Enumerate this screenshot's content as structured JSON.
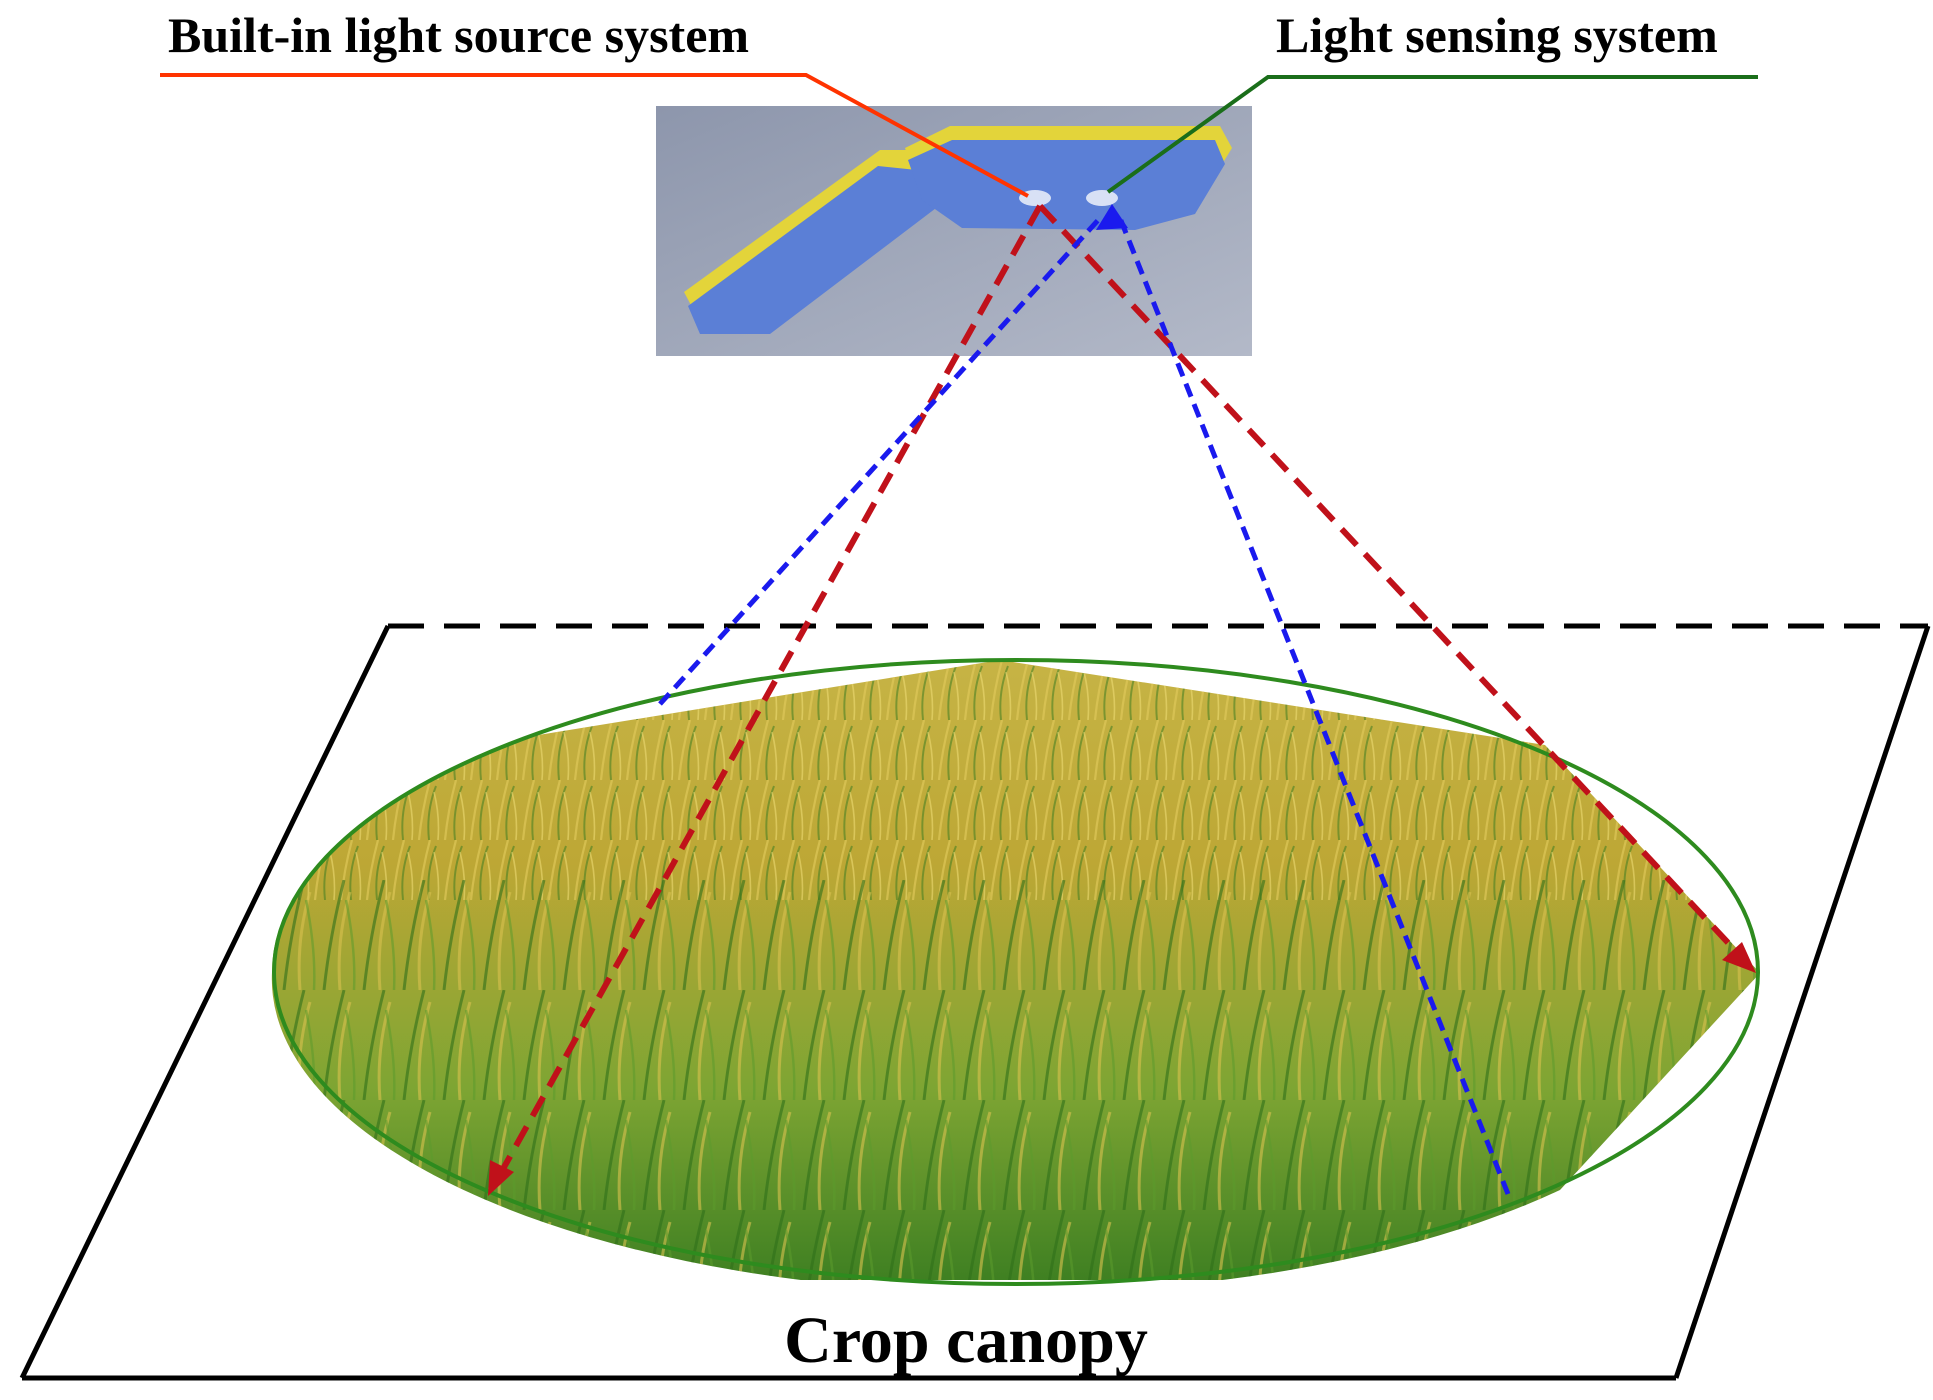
{
  "labels": {
    "light_source": "Built-in light source system",
    "light_sensing": "Light sensing system",
    "canopy": "Crop canopy"
  },
  "colors": {
    "light_source_leader": "#ff3300",
    "light_sensing_leader": "#1a6e1a",
    "emitted_rays": "#c0111a",
    "reflected_rays": "#1a1aee",
    "ellipse_outline": "#2e8b1e",
    "plane_outline": "#000000",
    "field_gold": "#c9b23c",
    "field_green": "#4f8f2a",
    "device_body": "#5b7fd6",
    "device_edge": "#e2d23a",
    "device_backdrop": "#9aa3b8"
  },
  "icons": {
    "device": "handheld-sensor-device",
    "field": "rice-field-photo"
  }
}
